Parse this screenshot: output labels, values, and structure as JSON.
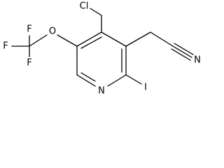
{
  "molecule": {
    "atoms": {
      "cl": "Cl",
      "f_top": "F",
      "f_left": "F",
      "f_bottom": "F",
      "o": "O",
      "n_ring": "N",
      "n_nitrile": "N",
      "i": "I"
    }
  }
}
